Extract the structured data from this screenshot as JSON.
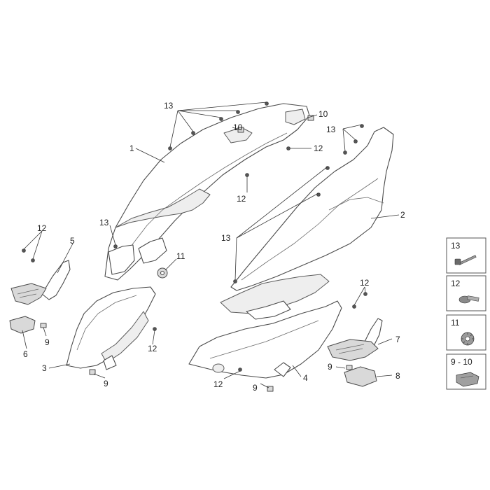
{
  "diagram": {
    "callouts": {
      "c1": "1",
      "c2": "2",
      "c3": "3",
      "c4": "4",
      "c5": "5",
      "c6": "6",
      "c7": "7",
      "c8": "8",
      "c9a": "9",
      "c9b": "9",
      "c9c": "9",
      "c9d": "9",
      "c10a": "10",
      "c10b": "10",
      "c11": "11",
      "c12a": "12",
      "c12b": "12",
      "c12c": "12",
      "c12d": "12",
      "c12e": "12",
      "c12f": "12",
      "c13a": "13",
      "c13b": "13",
      "c13c": "13",
      "c13d": "13"
    },
    "legend": [
      {
        "label": "13",
        "icon": "screw-icon"
      },
      {
        "label": "12",
        "icon": "flat-head-screw-icon"
      },
      {
        "label": "11",
        "icon": "toothed-washer-icon"
      },
      {
        "label": "9 - 10",
        "icon": "spring-clip-icon"
      }
    ]
  }
}
